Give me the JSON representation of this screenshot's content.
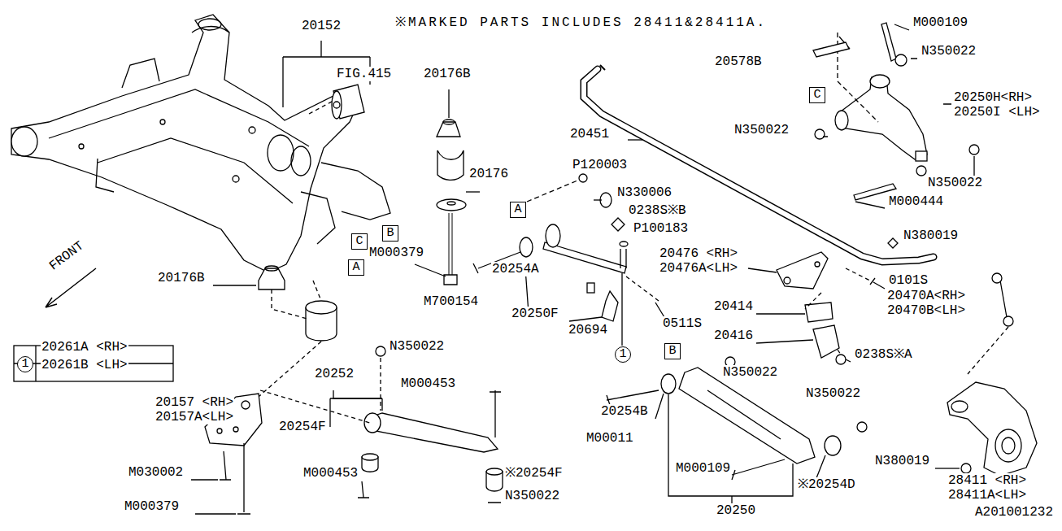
{
  "diagram": {
    "nodes": [
      {
        "text": [
          "C"
        ]
      },
      {
        "text": [
          "B"
        ]
      },
      {
        "text": [
          "A"
        ]
      },
      {
        "text": [
          "1"
        ]
      },
      {
        "text": [
          "A"
        ]
      },
      {
        "text": [
          "1"
        ]
      },
      {
        "text": [
          "B"
        ]
      },
      {
        "text": [
          "C"
        ]
      }
    ],
    "labels": [
      "※MARKED PARTS INCLUDES 28411&28411A.",
      "20152",
      "FIG.415",
      "20176B",
      "20176",
      "P120003",
      "N330006",
      "0238S※B",
      "P100183",
      "M000379",
      "20176B",
      "M700154",
      "20254A",
      "20250F",
      "20694",
      "0511S",
      "20261A <RH>",
      "20261B <LH>",
      "N350022",
      "20252",
      "M000453",
      "20157 <RH>",
      "20157A<LH>",
      "20254F",
      "M030002",
      "M000453",
      "※20254F",
      "M000379",
      "N350022",
      "20451",
      "20476 <RH>",
      "20476A<LH>",
      "20414",
      "20416",
      "0238S※A",
      "N350022",
      "20254B",
      "M00011",
      "M000109",
      "※20254D",
      "20250",
      "N350022",
      "N380019",
      "28411 <RH>",
      "28411A<LH>",
      "A201001232",
      "M000109",
      "N350022",
      "20578B",
      "20250H<RH>",
      "20250I <LH>",
      "N350022",
      "N350022",
      "M000444",
      "N380019",
      "0101S",
      "20470A<RH>",
      "20470B<LH>",
      "FRONT"
    ]
  }
}
